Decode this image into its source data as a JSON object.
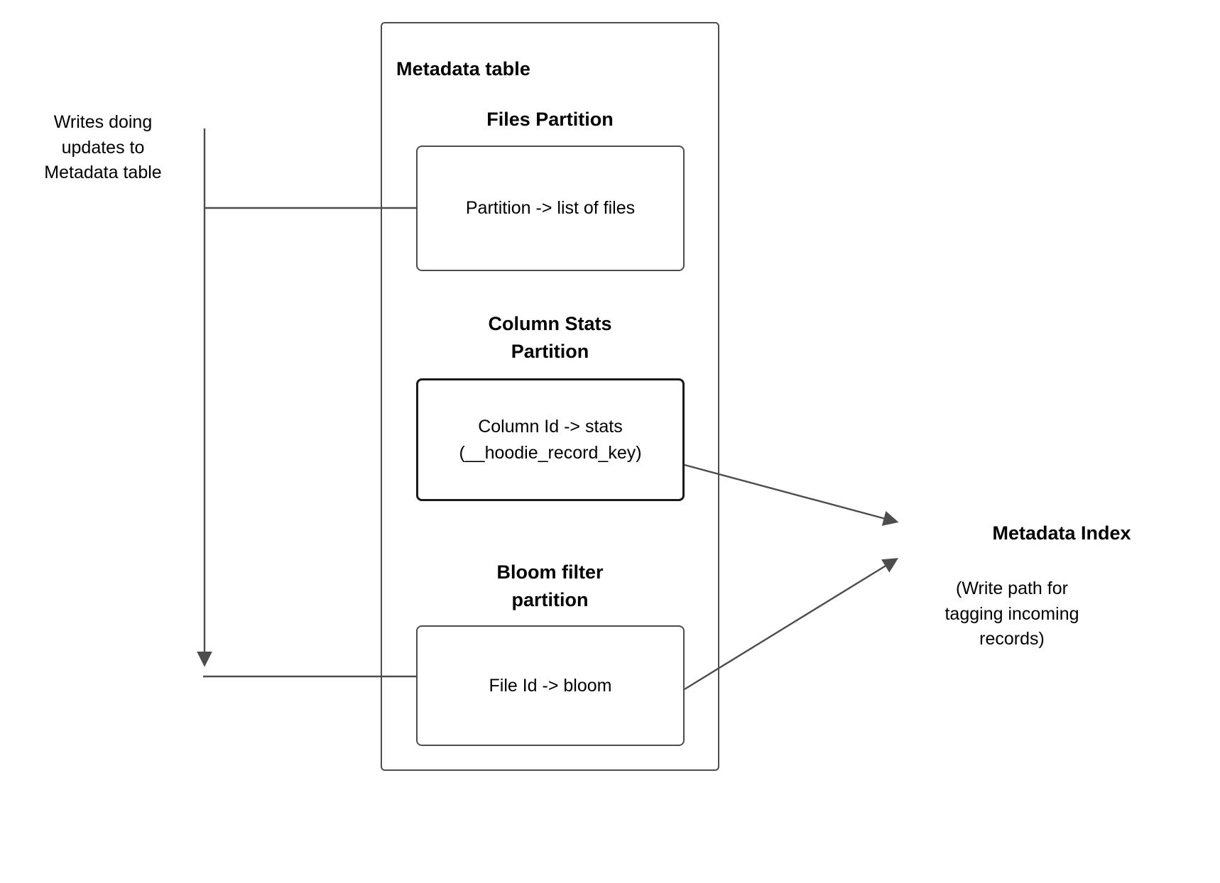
{
  "diagram": {
    "title_hidden": "Hudi Metadata Table write path diagram",
    "left_note": {
      "name": "writes-doing-updates-label",
      "lines": [
        "Writes doing",
        "updates to",
        "Metadata table"
      ],
      "text": "Writes doing\nupdates to\nMetadata table"
    },
    "metadata_table": {
      "title": "Metadata table",
      "partitions": [
        {
          "heading": "Files Partition",
          "box_text": "Partition -> list of files",
          "emphasis": false
        },
        {
          "heading": "Column Stats\nPartition",
          "box_text": "Column Id  -> stats\n(__hoodie_record_key)",
          "emphasis": true
        },
        {
          "heading": "Bloom filter\npartition",
          "box_text": "File Id -> bloom",
          "emphasis": false
        }
      ]
    },
    "metadata_index": {
      "title": "Metadata Index",
      "caption": "(Write path for\ntagging incoming\nrecords)"
    },
    "colors": {
      "stroke": "#4d4d4d",
      "stroke_strong": "#1a1a1a",
      "text": "#000000",
      "background": "#ffffff"
    },
    "connectors": [
      {
        "name": "writes-to-files-partition",
        "from": "writes-bus",
        "to": "files-box",
        "arrowhead": false
      },
      {
        "name": "writes-to-bloom-partition",
        "from": "writes-bus",
        "to": "bloom-box",
        "arrowhead": "down"
      },
      {
        "name": "column-stats-to-metadata-index",
        "from": "column-stats-box",
        "to": "metadata-index",
        "arrowhead": "right"
      },
      {
        "name": "bloom-to-metadata-index",
        "from": "bloom-box",
        "to": "metadata-index",
        "arrowhead": "right"
      }
    ]
  }
}
